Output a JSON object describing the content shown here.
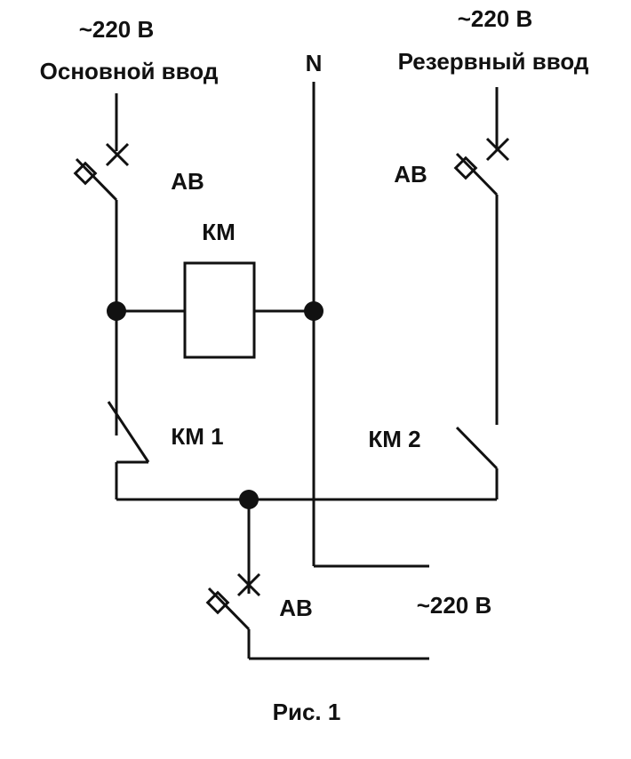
{
  "main_input": {
    "voltage": "~220 В",
    "name": "Основной ввод"
  },
  "neutral": "N",
  "reserve_input": {
    "voltage": "~220 В",
    "name": "Резервный ввод"
  },
  "breaker_main": "АВ",
  "breaker_reserve": "АВ",
  "breaker_output": "АВ",
  "contactor_coil": "КМ",
  "contact_km1": "КМ 1",
  "contact_km2": "КМ 2",
  "output_voltage": "~220 В",
  "caption": "Рис. 1"
}
